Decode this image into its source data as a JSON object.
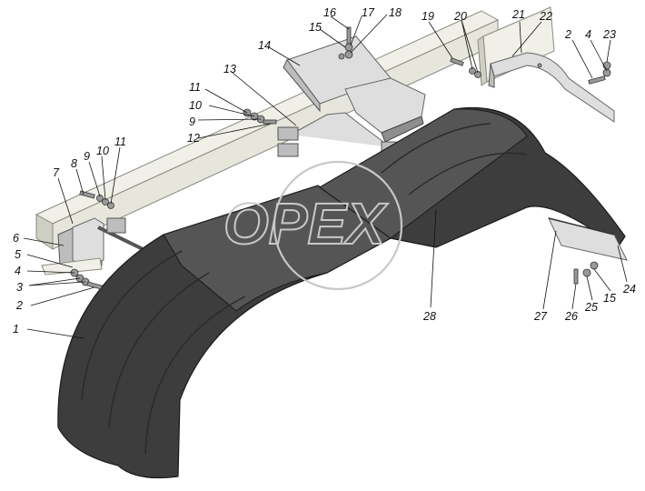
{
  "diagram": {
    "watermark_text": "OPEX",
    "callouts": [
      {
        "id": "c1",
        "text": "1"
      },
      {
        "id": "c2a",
        "text": "2"
      },
      {
        "id": "c2b",
        "text": "2"
      },
      {
        "id": "c3",
        "text": "3"
      },
      {
        "id": "c4a",
        "text": "4"
      },
      {
        "id": "c4b",
        "text": "4"
      },
      {
        "id": "c5",
        "text": "5"
      },
      {
        "id": "c6",
        "text": "6"
      },
      {
        "id": "c7",
        "text": "7"
      },
      {
        "id": "c8",
        "text": "8"
      },
      {
        "id": "c9a",
        "text": "9"
      },
      {
        "id": "c9b",
        "text": "9"
      },
      {
        "id": "c10a",
        "text": "10"
      },
      {
        "id": "c10b",
        "text": "10"
      },
      {
        "id": "c11a",
        "text": "11"
      },
      {
        "id": "c11b",
        "text": "11"
      },
      {
        "id": "c12",
        "text": "12"
      },
      {
        "id": "c13",
        "text": "13"
      },
      {
        "id": "c14",
        "text": "14"
      },
      {
        "id": "c15a",
        "text": "15"
      },
      {
        "id": "c15b",
        "text": "15"
      },
      {
        "id": "c16",
        "text": "16"
      },
      {
        "id": "c17",
        "text": "17"
      },
      {
        "id": "c18",
        "text": "18"
      },
      {
        "id": "c19",
        "text": "19"
      },
      {
        "id": "c20",
        "text": "20"
      },
      {
        "id": "c21",
        "text": "21"
      },
      {
        "id": "c22",
        "text": "22"
      },
      {
        "id": "c23",
        "text": "23"
      },
      {
        "id": "c24",
        "text": "24"
      },
      {
        "id": "c25",
        "text": "25"
      },
      {
        "id": "c26",
        "text": "26"
      },
      {
        "id": "c27",
        "text": "27"
      },
      {
        "id": "c28",
        "text": "28"
      }
    ]
  }
}
